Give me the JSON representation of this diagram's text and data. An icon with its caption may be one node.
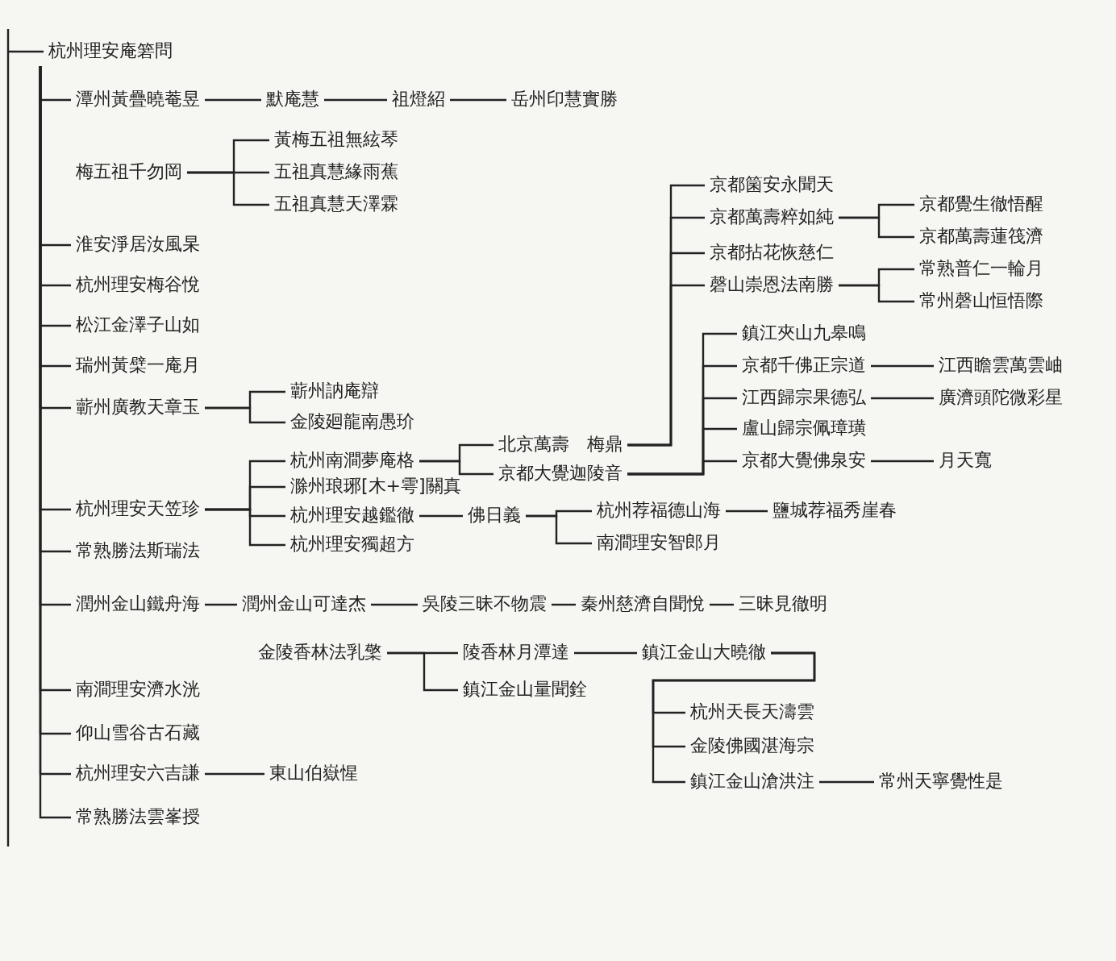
{
  "diagram": {
    "nodes": [
      {
        "text": [
          "杭州理安庵箬問"
        ]
      },
      {
        "text": [
          "潭州黃疊曉菴昱"
        ]
      },
      {
        "text": [
          "默庵慧"
        ]
      },
      {
        "text": [
          "祖燈紹"
        ]
      },
      {
        "text": [
          "岳州印慧實勝"
        ]
      },
      {
        "text": [
          "梅五祖千勿岡"
        ]
      },
      {
        "text": [
          "黃梅五祖無絃琴"
        ]
      },
      {
        "text": [
          "五祖真慧緣雨蕉"
        ]
      },
      {
        "text": [
          "五祖真慧天澤霖"
        ]
      },
      {
        "text": [
          "淮安淨居汝風杲"
        ]
      },
      {
        "text": [
          "杭州理安梅谷悅"
        ]
      },
      {
        "text": [
          "松江金澤子山如"
        ]
      },
      {
        "text": [
          "瑞州黃檗一庵月"
        ]
      },
      {
        "text": [
          "蘄州廣教天章玉"
        ]
      },
      {
        "text": [
          "蘄州訥庵辯"
        ]
      },
      {
        "text": [
          "金陵廻龍南愚玠"
        ]
      },
      {
        "text": [
          "杭州理安天笠珍"
        ]
      },
      {
        "text": [
          "杭州南澗夢庵格"
        ]
      },
      {
        "text": [
          "滁州琅琊[木+雩]關真"
        ]
      },
      {
        "text": [
          "杭州理安越鑑徹"
        ]
      },
      {
        "text": [
          "杭州理安獨超方"
        ]
      },
      {
        "text": [
          "北京萬壽　梅鼎"
        ]
      },
      {
        "text": [
          "京都大覺迦陵音"
        ]
      },
      {
        "text": [
          "京都箘安永聞天"
        ]
      },
      {
        "text": [
          "京都萬壽粹如純"
        ]
      },
      {
        "text": [
          "京都拈花恢慈仁"
        ]
      },
      {
        "text": [
          "磬山崇恩法南勝"
        ]
      },
      {
        "text": [
          "京都覺生徹悟醒"
        ]
      },
      {
        "text": [
          "京都萬壽蓮筏濟"
        ]
      },
      {
        "text": [
          "常熟普仁一輪月"
        ]
      },
      {
        "text": [
          "常州磬山恒悟際"
        ]
      },
      {
        "text": [
          "鎮江夾山九皋鳴"
        ]
      },
      {
        "text": [
          "京都千佛正宗道"
        ]
      },
      {
        "text": [
          "江西歸宗果德弘"
        ]
      },
      {
        "text": [
          "盧山歸宗佩璋璜"
        ]
      },
      {
        "text": [
          "京都大覺佛泉安"
        ]
      },
      {
        "text": [
          "江西瞻雲萬雲岫"
        ]
      },
      {
        "text": [
          "廣濟頭陀微彩星"
        ]
      },
      {
        "text": [
          "月天寬"
        ]
      },
      {
        "text": [
          "佛日義"
        ]
      },
      {
        "text": [
          "杭州荐福德山海"
        ]
      },
      {
        "text": [
          "南澗理安智郎月"
        ]
      },
      {
        "text": [
          "鹽城荐福秀崖春"
        ]
      },
      {
        "text": [
          "常熟勝法斯瑞法"
        ]
      },
      {
        "text": [
          "潤州金山鐵舟海"
        ]
      },
      {
        "text": [
          "潤州金山可達杰"
        ]
      },
      {
        "text": [
          "吳陵三昧不物震"
        ]
      },
      {
        "text": [
          "秦州慈濟自聞悅"
        ]
      },
      {
        "text": [
          "三昧見徹明"
        ]
      },
      {
        "text": [
          "金陵香林法乳檠"
        ]
      },
      {
        "text": [
          "陵香林月潭達"
        ]
      },
      {
        "text": [
          "鎮江金山量聞銓"
        ]
      },
      {
        "text": [
          "鎮江金山大曉徹"
        ]
      },
      {
        "text": [
          "杭州天長天濤雲"
        ]
      },
      {
        "text": [
          "金陵佛國湛海宗"
        ]
      },
      {
        "text": [
          "鎮江金山滄洪注"
        ]
      },
      {
        "text": [
          "常州天寧覺性是"
        ]
      },
      {
        "text": [
          "南澗理安濟水洸"
        ]
      },
      {
        "text": [
          "仰山雪谷古石藏"
        ]
      },
      {
        "text": [
          "杭州理安六吉謙"
        ]
      },
      {
        "text": [
          "東山伯嶽惺"
        ]
      },
      {
        "text": [
          "常熟勝法雲峯授"
        ]
      }
    ],
    "edges": [
      {
        "from": null,
        "to": 0,
        "arrow": "none"
      },
      {
        "from": 0,
        "to": 1,
        "arrow": "none"
      },
      {
        "from": 1,
        "to": 2,
        "arrow": "none"
      },
      {
        "from": 2,
        "to": 3,
        "arrow": "none"
      },
      {
        "from": 3,
        "to": 4,
        "arrow": "none"
      },
      {
        "from": 5,
        "to": 6,
        "arrow": "none"
      },
      {
        "from": 5,
        "to": 7,
        "arrow": "none"
      },
      {
        "from": 5,
        "to": 8,
        "arrow": "none"
      },
      {
        "from": 0,
        "to": 9,
        "arrow": "none"
      },
      {
        "from": 0,
        "to": 10,
        "arrow": "none"
      },
      {
        "from": 0,
        "to": 11,
        "arrow": "none"
      },
      {
        "from": 0,
        "to": 12,
        "arrow": "none"
      },
      {
        "from": 0,
        "to": 13,
        "arrow": "none"
      },
      {
        "from": 13,
        "to": 14,
        "arrow": "none"
      },
      {
        "from": 13,
        "to": 15,
        "arrow": "none"
      },
      {
        "from": 0,
        "to": 16,
        "arrow": "none"
      },
      {
        "from": 16,
        "to": 17,
        "arrow": "none"
      },
      {
        "from": 16,
        "to": 18,
        "arrow": "none"
      },
      {
        "from": 16,
        "to": 19,
        "arrow": "none"
      },
      {
        "from": 16,
        "to": 20,
        "arrow": "none"
      },
      {
        "from": 17,
        "to": 21,
        "arrow": "none"
      },
      {
        "from": 17,
        "to": 22,
        "arrow": "none"
      },
      {
        "from": 21,
        "to": 23,
        "arrow": "none"
      },
      {
        "from": 21,
        "to": 24,
        "arrow": "none"
      },
      {
        "from": 21,
        "to": 25,
        "arrow": "none"
      },
      {
        "from": 21,
        "to": 26,
        "arrow": "none"
      },
      {
        "from": 24,
        "to": 27,
        "arrow": "none"
      },
      {
        "from": 24,
        "to": 28,
        "arrow": "none"
      },
      {
        "from": 26,
        "to": 29,
        "arrow": "none"
      },
      {
        "from": 26,
        "to": 30,
        "arrow": "none"
      },
      {
        "from": 22,
        "to": 31,
        "arrow": "none"
      },
      {
        "from": 22,
        "to": 32,
        "arrow": "none"
      },
      {
        "from": 22,
        "to": 33,
        "arrow": "none"
      },
      {
        "from": 22,
        "to": 34,
        "arrow": "none"
      },
      {
        "from": 22,
        "to": 35,
        "arrow": "none"
      },
      {
        "from": 32,
        "to": 36,
        "arrow": "none"
      },
      {
        "from": 33,
        "to": 37,
        "arrow": "none"
      },
      {
        "from": 35,
        "to": 38,
        "arrow": "none"
      },
      {
        "from": 19,
        "to": 39,
        "arrow": "none"
      },
      {
        "from": 39,
        "to": 40,
        "arrow": "none"
      },
      {
        "from": 39,
        "to": 41,
        "arrow": "none"
      },
      {
        "from": 40,
        "to": 42,
        "arrow": "none"
      },
      {
        "from": 0,
        "to": 43,
        "arrow": "none"
      },
      {
        "from": 0,
        "to": 44,
        "arrow": "none"
      },
      {
        "from": 44,
        "to": 45,
        "arrow": "none"
      },
      {
        "from": 45,
        "to": 46,
        "arrow": "none"
      },
      {
        "from": 46,
        "to": 47,
        "arrow": "none"
      },
      {
        "from": 47,
        "to": 48,
        "arrow": "none"
      },
      {
        "from": 49,
        "to": 50,
        "arrow": "none"
      },
      {
        "from": 49,
        "to": 51,
        "arrow": "none"
      },
      {
        "from": 50,
        "to": 52,
        "arrow": "none"
      },
      {
        "from": 52,
        "to": 53,
        "arrow": "none"
      },
      {
        "from": 52,
        "to": 54,
        "arrow": "none"
      },
      {
        "from": 52,
        "to": 55,
        "arrow": "none"
      },
      {
        "from": 55,
        "to": 56,
        "arrow": "none"
      },
      {
        "from": 0,
        "to": 57,
        "arrow": "none"
      },
      {
        "from": 0,
        "to": 58,
        "arrow": "none"
      },
      {
        "from": 0,
        "to": 59,
        "arrow": "none"
      },
      {
        "from": 59,
        "to": 60,
        "arrow": "none"
      },
      {
        "from": 0,
        "to": 61,
        "arrow": "none"
      }
    ]
  }
}
